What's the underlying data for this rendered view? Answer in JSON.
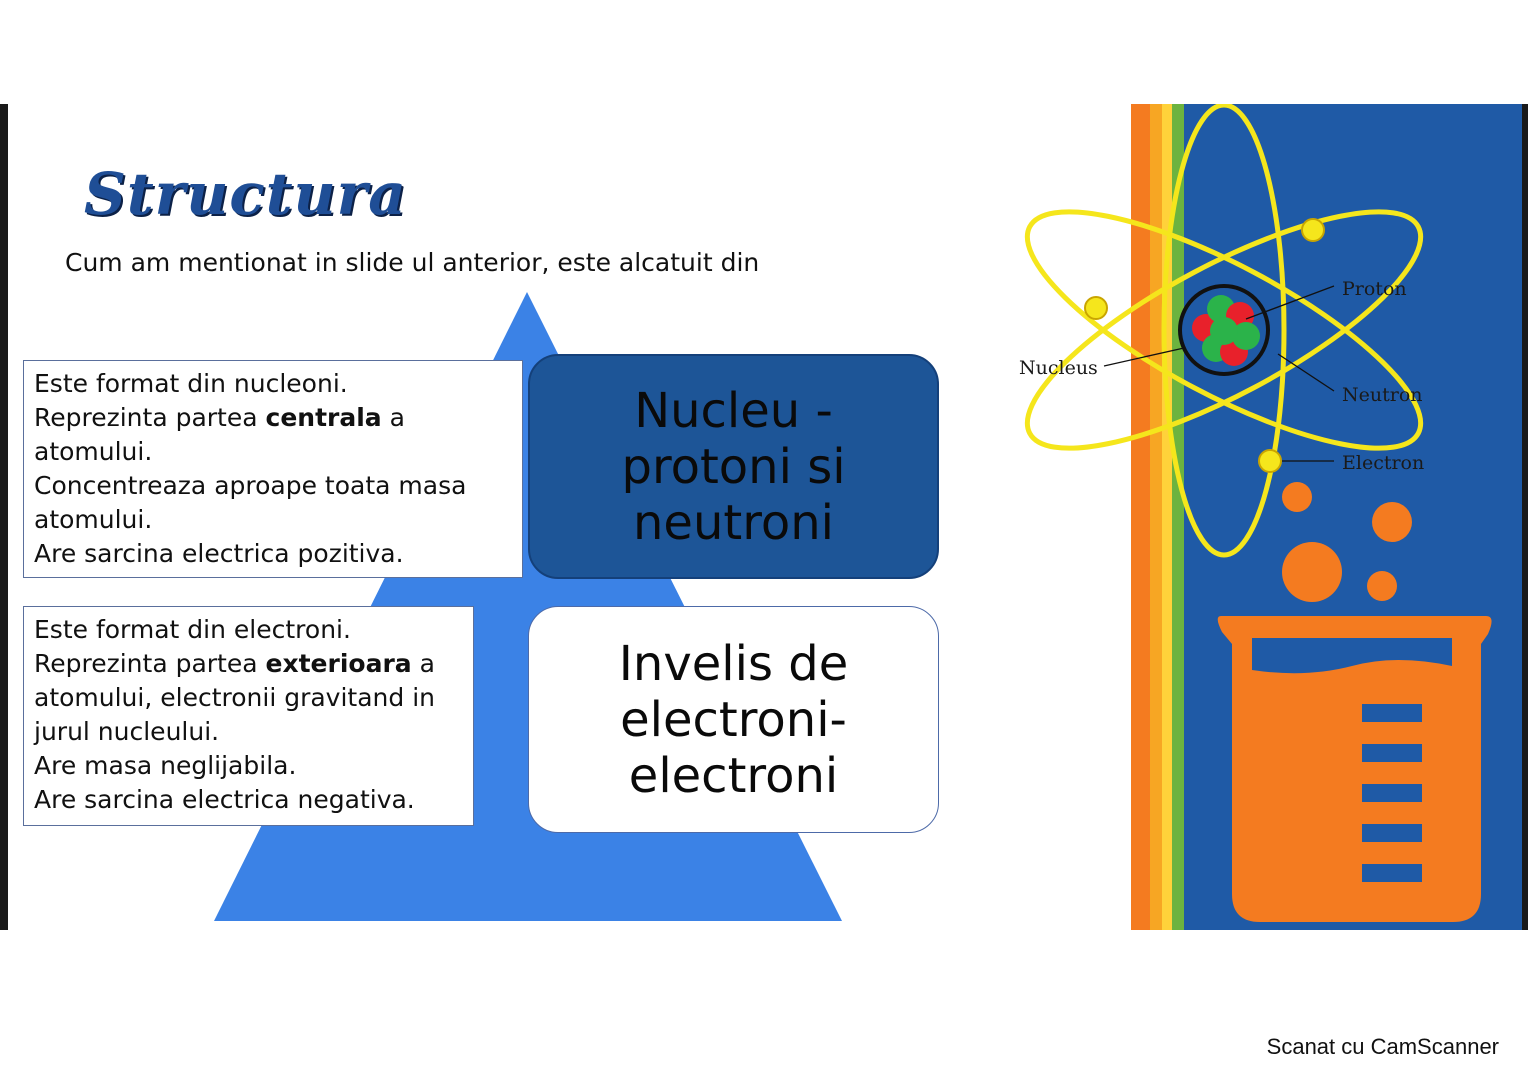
{
  "slide": {
    "title": "Structura",
    "subtitle": "Cum am mentionat in slide ul anterior, este alcatuit din",
    "nucleus_box": {
      "lines": [
        {
          "before": "Este format din nucleoni.",
          "bold": "",
          "after": ""
        },
        {
          "before": "Reprezinta partea ",
          "bold": "centrala",
          "after": " a"
        },
        {
          "before": "atomului.",
          "bold": "",
          "after": ""
        },
        {
          "before": "Concentreaza aproape toata masa",
          "bold": "",
          "after": ""
        },
        {
          "before": "atomului.",
          "bold": "",
          "after": ""
        },
        {
          "before": "Are sarcina electrica pozitiva.",
          "bold": "",
          "after": ""
        }
      ]
    },
    "shell_box": {
      "lines": [
        {
          "before": "Este format din electroni.",
          "bold": "",
          "after": ""
        },
        {
          "before": "Reprezinta partea ",
          "bold": "exterioara",
          "after": " a"
        },
        {
          "before": "atomului, electronii gravitand in",
          "bold": "",
          "after": ""
        },
        {
          "before": "jurul nucleului.",
          "bold": "",
          "after": ""
        },
        {
          "before": "Are masa neglijabila.",
          "bold": "",
          "after": ""
        },
        {
          "before": "Are sarcina electrica negativa.",
          "bold": "",
          "after": ""
        }
      ]
    },
    "pyramid_top_label": "Nucleu -\nprotoni si\nneutroni",
    "pyramid_bottom_label": "Invelis de\nelectroni-\nelectroni",
    "atom_labels": {
      "proton": "Proton",
      "nucleus": "Nucleus",
      "neutron": "Neutron",
      "electron": "Electron"
    }
  },
  "footer": "Scanat cu CamScanner",
  "colors": {
    "title": "#1f4e96",
    "pyramid": "#3b82e6",
    "dark_box": "#1d5597",
    "art_background": "#1f5aa6",
    "orbit": "#f5e61c",
    "beaker": "#f47b20"
  },
  "icons": [
    "atom-icon",
    "beaker-icon"
  ]
}
